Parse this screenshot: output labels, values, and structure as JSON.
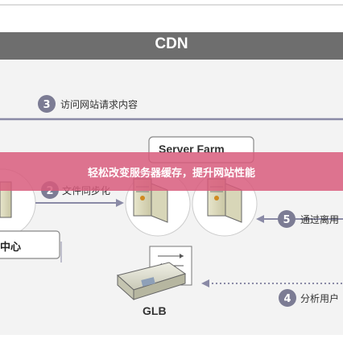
{
  "diagram": {
    "cdn_label": "CDN",
    "steps": [
      {
        "num": "3",
        "text": "访问网站请求内容"
      },
      {
        "num": "2",
        "text": "文件同步化"
      },
      {
        "num": "5",
        "text": "通过离用"
      },
      {
        "num": "4",
        "text": "分析用户"
      }
    ],
    "server_farm_label": "Server Farm",
    "center_label": "中心",
    "glb_label": "GLB"
  },
  "banner": {
    "text": "轻松改变服务器缓存，提升网站性能"
  },
  "colors": {
    "cdn_band": "#6e6e6e",
    "step_circle": "#7c7c94",
    "banner": "#d85c7c",
    "line": "#8a8aa6"
  }
}
